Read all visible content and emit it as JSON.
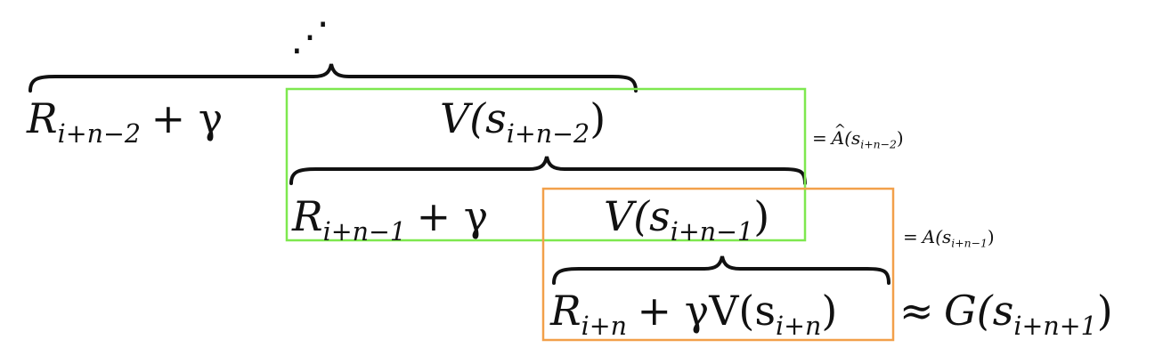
{
  "colors": {
    "box_green": "#7ee84f",
    "box_orange": "#f2a04a",
    "ink": "#111111"
  },
  "rows": [
    {
      "left": "R",
      "left_sub": "i+n−2",
      "plus_gamma": "+ γ",
      "right": "V(s",
      "right_sub": "i+n−2",
      "right_close": ")"
    },
    {
      "left": "R",
      "left_sub": "i+n−1",
      "plus_gamma": "+ γ",
      "right": "V(s",
      "right_sub": "i+n−1",
      "right_close": ")"
    },
    {
      "expr_a": "R",
      "expr_a_sub": "i+n",
      "expr_b": "+ γV(s",
      "expr_b_sub": "i+n",
      "expr_close": ")"
    }
  ],
  "annotations": {
    "top_dots": "⋰",
    "a_hat": {
      "eq": "=",
      "func": "A",
      "paren_open": "(s",
      "sub": "i+n−2",
      "paren_close": ")"
    },
    "a_plain": {
      "eq": "=",
      "func": "A",
      "paren_open": "(s",
      "sub": "i+n−1",
      "paren_close": ")"
    },
    "approx": {
      "op": "≈",
      "func": "G",
      "paren_open": "(s",
      "sub": "i+n+1",
      "paren_close": ")"
    }
  }
}
